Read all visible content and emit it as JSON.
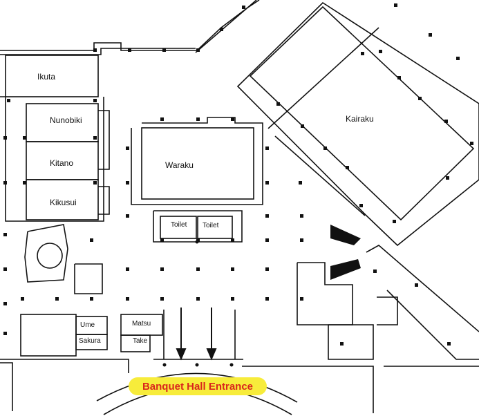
{
  "rooms": {
    "ikuta": "Ikuta",
    "nunobiki": "Nunobiki",
    "kitano": "Kitano",
    "kikusui": "Kikusui",
    "waraku": "Waraku",
    "kairaku": "Kairaku",
    "toilet_left": "Toilet",
    "toilet_right": "Toilet",
    "ume": "Ume",
    "sakura": "Sakura",
    "matsu": "Matsu",
    "take": "Take"
  },
  "entrance_label": "Banquet Hall Entrance",
  "colors": {
    "line": "#111111",
    "entrance_fill": "#f7ec3b",
    "entrance_text": "#d9261c"
  }
}
